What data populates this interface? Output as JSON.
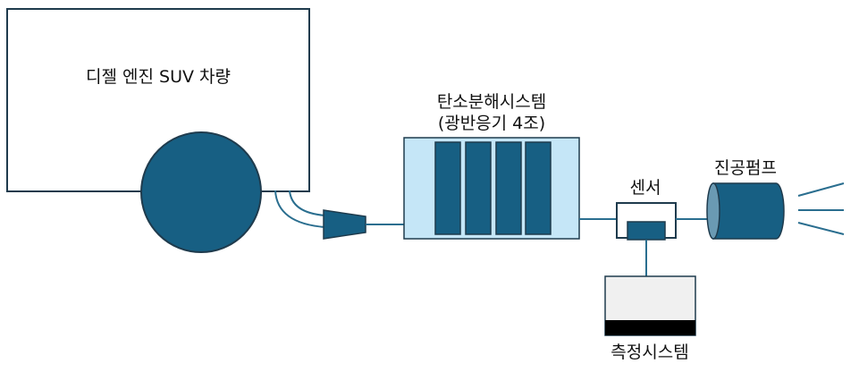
{
  "labels": {
    "vehicle": "디젤 엔진 SUV 차량",
    "decomposer_line1": "탄소분해시스템",
    "decomposer_line2": "(광반응기 4조)",
    "sensor": "센서",
    "pump": "진공펌프",
    "measurement": "측정시스템"
  },
  "colors": {
    "dark_blue": "#175f83",
    "light_blue": "#c5e6f7",
    "outline": "#1f3b4d",
    "line": "#2a6e8f",
    "measure_fill": "#f0f0f0",
    "measure_base": "#000000",
    "pump_face": "#6a9ab3"
  }
}
